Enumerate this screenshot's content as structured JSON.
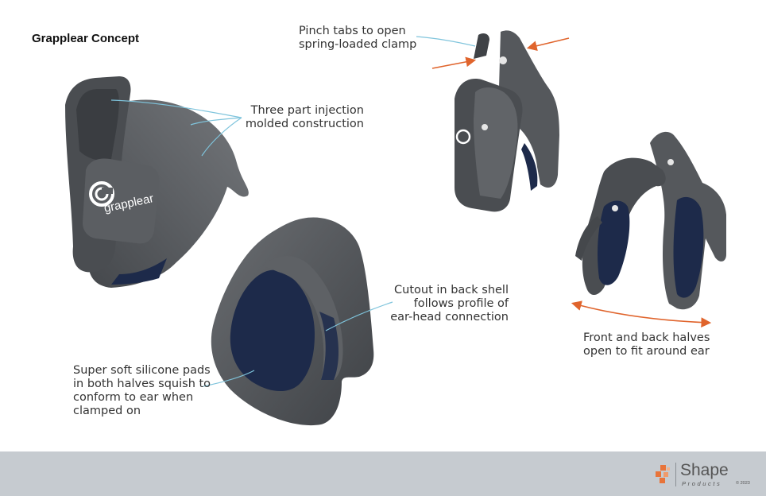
{
  "title": "Grapplear Concept",
  "callouts": {
    "pinch_tabs": [
      "Pinch tabs to open",
      "spring-loaded clamp"
    ],
    "three_part": [
      "Three part injection",
      "molded construction"
    ],
    "cutout": [
      "Cutout in back shell",
      "follows profile of",
      "ear-head connection"
    ],
    "pads": [
      "Super soft silicone pads",
      "in both halves squish to",
      "conform to ear when",
      "clamped on"
    ],
    "halves": [
      "Front and back halves",
      "open to fit around ear"
    ]
  },
  "product_logo": "grapplear",
  "footer": {
    "brand_name": "Shape",
    "brand_sub": "Products",
    "copyright": "© 2023"
  },
  "colors": {
    "shell": "#55585c",
    "shell_dark": "#3c3f43",
    "pad": "#1d2a4a",
    "leader": "#7fc4dc",
    "arrow": "#e0642c",
    "footer": "#c6cbd0",
    "brand_orange": "#e8743a"
  }
}
